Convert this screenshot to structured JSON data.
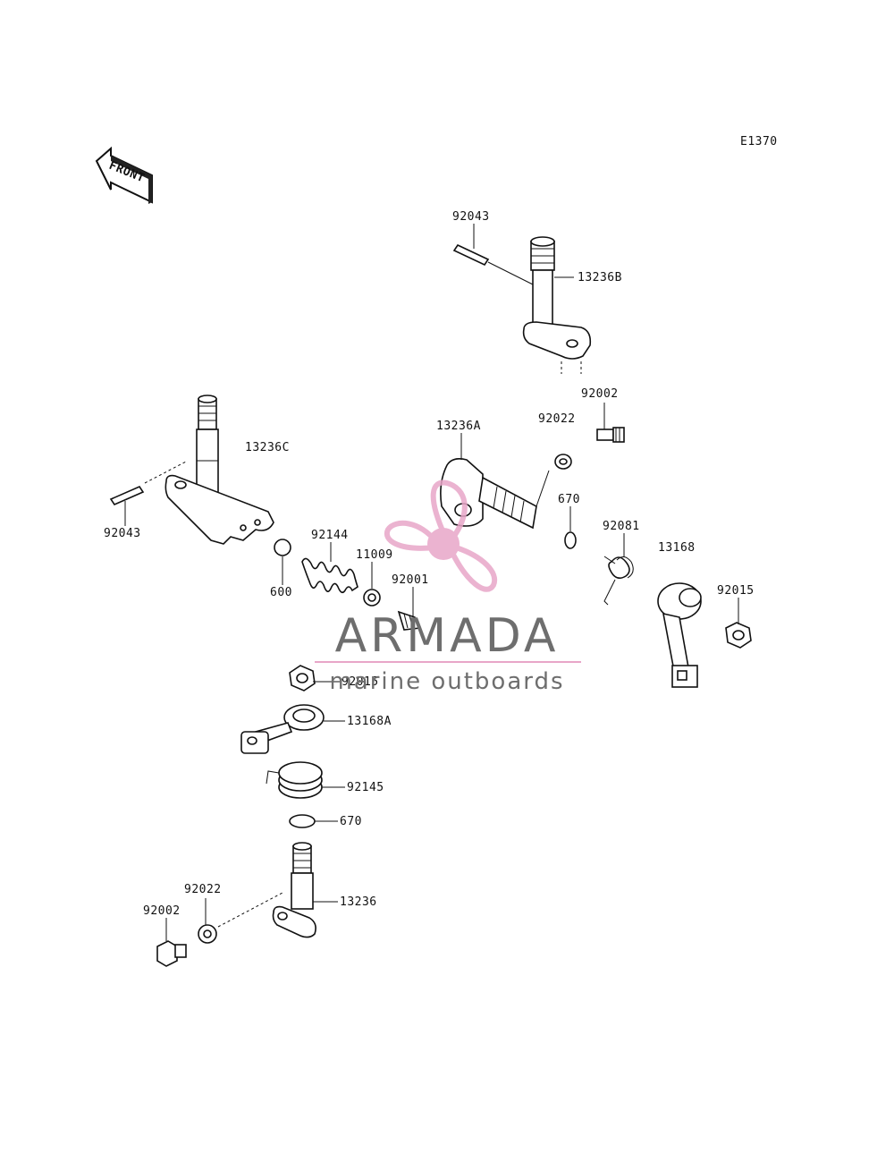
{
  "diagram_code": "E1370",
  "front_label": "FRONT",
  "watermark": {
    "brand": "ARMADA",
    "tagline": "marine outboards",
    "color": "#e8a6c8",
    "text_color": "#6e6e6e"
  },
  "parts": [
    {
      "id": "p13236B",
      "label": "13236B"
    },
    {
      "id": "p92043a",
      "label": "92043"
    },
    {
      "id": "p92002a",
      "label": "92002"
    },
    {
      "id": "p92022a",
      "label": "92022"
    },
    {
      "id": "p13236A",
      "label": "13236A"
    },
    {
      "id": "p13236C",
      "label": "13236C"
    },
    {
      "id": "p92043b",
      "label": "92043"
    },
    {
      "id": "p670a",
      "label": "670"
    },
    {
      "id": "p92081",
      "label": "92081"
    },
    {
      "id": "p13168",
      "label": "13168"
    },
    {
      "id": "p92015a",
      "label": "92015"
    },
    {
      "id": "p92144",
      "label": "92144"
    },
    {
      "id": "p11009",
      "label": "11009"
    },
    {
      "id": "p92001",
      "label": "92001"
    },
    {
      "id": "p600",
      "label": "600"
    },
    {
      "id": "p92015b",
      "label": "92015"
    },
    {
      "id": "p13168A",
      "label": "13168A"
    },
    {
      "id": "p92145",
      "label": "92145"
    },
    {
      "id": "p670b",
      "label": "670"
    },
    {
      "id": "p92022b",
      "label": "92022"
    },
    {
      "id": "p92002b",
      "label": "92002"
    },
    {
      "id": "p13236",
      "label": "13236"
    }
  ]
}
